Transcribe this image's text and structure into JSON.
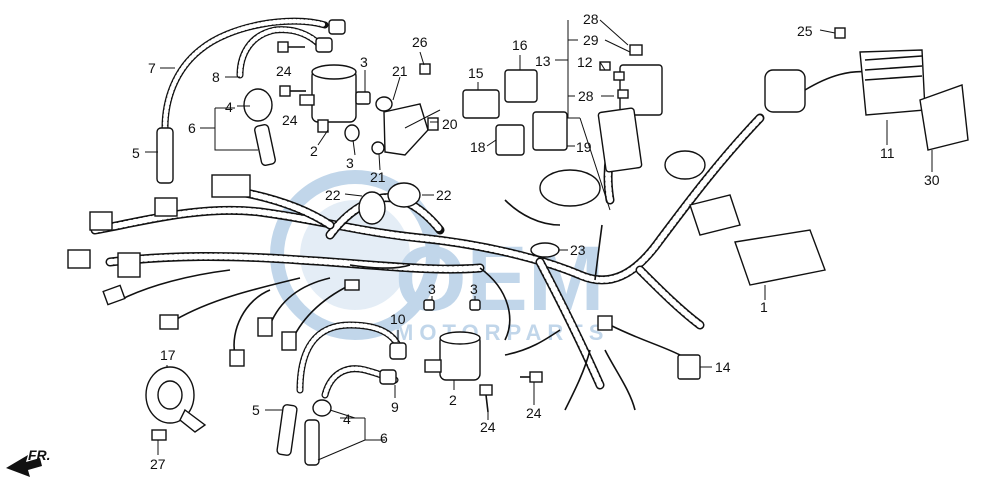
{
  "watermark": {
    "brand": "OEM",
    "subtitle": "MOTORPARTS",
    "color": "#8fb6d9"
  },
  "direction": {
    "label": "FR.",
    "icon": "front-arrow-icon"
  },
  "callouts": {
    "c1": "1",
    "c2a": "2",
    "c2b": "2",
    "c3a": "3",
    "c3b": "3",
    "c3c": "3",
    "c3d": "3",
    "c4a": "4",
    "c4b": "4",
    "c5a": "5",
    "c5b": "5",
    "c6a": "6",
    "c6b": "6",
    "c7": "7",
    "c8": "8",
    "c9": "9",
    "c10": "10",
    "c11": "11",
    "c12": "12",
    "c13": "13",
    "c14": "14",
    "c15": "15",
    "c16": "16",
    "c17": "17",
    "c18": "18",
    "c19": "19",
    "c20": "20",
    "c21a": "21",
    "c21b": "21",
    "c22a": "22",
    "c22b": "22",
    "c23": "23",
    "c24a": "24",
    "c24b": "24",
    "c24c": "24",
    "c24d": "24",
    "c25": "25",
    "c26": "26",
    "c27": "27",
    "c28a": "28",
    "c28b": "28",
    "c29": "29",
    "c30": "30"
  }
}
